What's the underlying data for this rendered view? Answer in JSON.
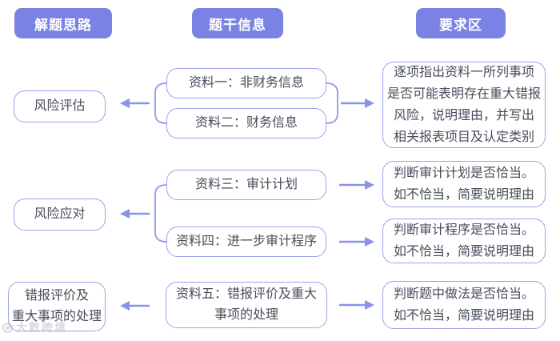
{
  "colors": {
    "header_bg": "#7a82e3",
    "header_text": "#ffffff",
    "box_border": "#9aa2ec",
    "connector": "#9099e9",
    "arrow": "#8a93ea",
    "box_text": "#474d5a"
  },
  "headers": {
    "solution": "解题思路",
    "stem": "题干信息",
    "requirement": "要求区"
  },
  "rows": [
    {
      "left": "风险评估",
      "materials": [
        "资料一：非财务信息",
        "资料二：财务信息"
      ],
      "requirements": [
        "逐项指出资料一所列事项\n是否可能表明存在重大错报\n风险，说明理由，并写出\n相关报表项目及认定类别"
      ]
    },
    {
      "left": "风险应对",
      "materials": [
        "资料三：审计计划",
        "资料四：进一步审计程序"
      ],
      "requirements": [
        "判断审计计划是否恰当。\n如不恰当，简要说明理由",
        "判断审计程序是否恰当。\n如不恰当，简要说明理由"
      ]
    },
    {
      "left": "错报评价及\n重大事项的处理",
      "materials": [
        "资料五：错报评价及重大\n事项的处理"
      ],
      "requirements": [
        "判断题中做法是否恰当。\n如不恰当，简要说明理由"
      ]
    }
  ],
  "watermark": "大数跨境"
}
